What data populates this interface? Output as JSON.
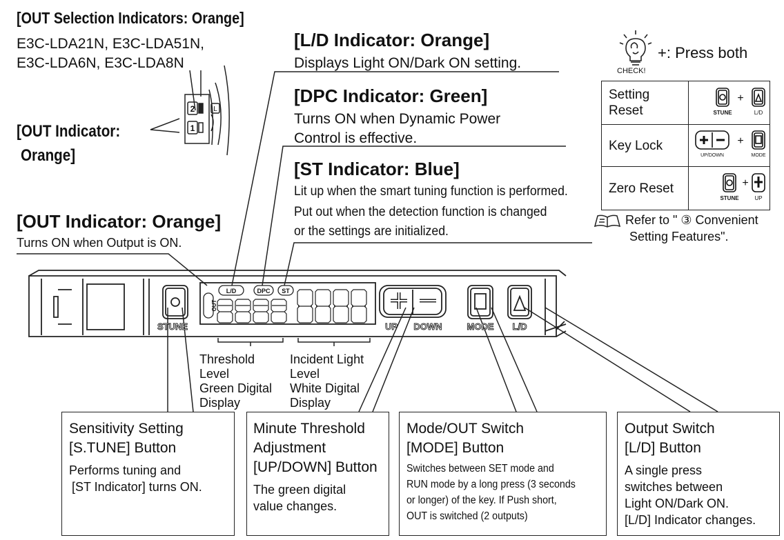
{
  "out_selection": {
    "heading": "[OUT Selection Indicators: Orange]",
    "models_line1": "E3C-LDA21N, E3C-LDA51N,",
    "models_line2": "E3C-LDA6N, E3C-LDA8N"
  },
  "out_indicator_side": {
    "line1": "[OUT Indicator:",
    "line2": "Orange]"
  },
  "ld_indicator": {
    "heading": "[L/D Indicator: Orange]",
    "desc": "Displays Light ON/Dark ON setting."
  },
  "dpc_indicator": {
    "heading": "[DPC Indicator: Green]",
    "desc_line1": "Turns ON when Dynamic Power",
    "desc_line2": "Control is effective."
  },
  "st_indicator": {
    "heading": "[ST Indicator: Blue]",
    "desc_line1": "Lit up when the smart tuning function is performed.",
    "desc_line2": "Put out when the detection function is changed",
    "desc_line3": "or the settings are initialized."
  },
  "out_indicator_main": {
    "heading": "[OUT Indicator: Orange]",
    "desc": "Turns ON when Output is ON."
  },
  "check": {
    "label": "CHECK!",
    "press_both": "+: Press both"
  },
  "convenience_table": {
    "rows": [
      {
        "label_line1": "Setting",
        "label_line2": "Reset",
        "key1": "STUNE",
        "key2": "L/D"
      },
      {
        "label_line1": "Key Lock",
        "label_line2": "",
        "key1": "UP/DOWN",
        "key2": "MODE"
      },
      {
        "label_line1": "Zero Reset",
        "label_line2": "",
        "key1": "STUNE",
        "key2": "UP"
      }
    ]
  },
  "refer": {
    "line1": "Refer to \" ③ Convenient",
    "line2": "Setting Features\"."
  },
  "device": {
    "out_label": "OUT",
    "ld_label": "L/D",
    "dpc_label": "DPC",
    "st_label": "ST",
    "stune_label": "STUNE",
    "up_label": "UP",
    "down_label": "DOWN",
    "mode_label": "MODE",
    "ld_key_label": "L/D",
    "mini_ch2": "2",
    "mini_ch1": "1",
    "mini_l": "L"
  },
  "displays": {
    "threshold": [
      "Threshold",
      "Level",
      "Green Digital",
      "Display"
    ],
    "incident": [
      "Incident Light",
      "Level",
      "White Digital",
      "Display"
    ]
  },
  "callouts": {
    "sensitivity": {
      "title1": "Sensitivity Setting",
      "title2": "[S.TUNE] Button",
      "body1": "Performs tuning and",
      "body2": "[ST Indicator] turns ON."
    },
    "minute": {
      "title1": "Minute Threshold",
      "title2": "Adjustment",
      "title3": "[UP/DOWN] Button",
      "body1": "The green digital",
      "body2": "value changes."
    },
    "mode": {
      "title1": "Mode/OUT Switch",
      "title2": "[MODE] Button",
      "body1": "Switches between SET mode and",
      "body2": "RUN mode by a long press (3 seconds",
      "body3": "or longer) of the key. If Push short,",
      "body4": "OUT is switched (2 outputs)"
    },
    "output": {
      "title1": "Output Switch",
      "title2": "[L/D] Button",
      "body1": "A single press",
      "body2": "switches between",
      "body3": "Light ON/Dark ON.",
      "body4": "[L/D] Indicator changes."
    }
  }
}
